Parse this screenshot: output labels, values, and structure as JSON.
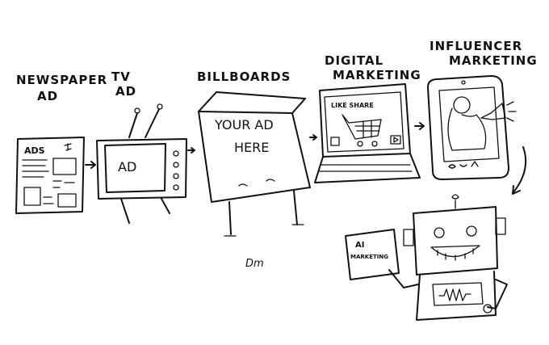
{
  "stages": [
    {
      "id": "newspaper",
      "label_lines": [
        "NEWSPAPER",
        "AD"
      ],
      "inner_text": "ADS"
    },
    {
      "id": "tv",
      "label_lines": [
        "TV",
        "AD"
      ],
      "inner_text": "AD"
    },
    {
      "id": "billboard",
      "label_lines": [
        "BILLBOARDS"
      ],
      "inner_text_lines": [
        "YOUR AD",
        "HERE"
      ]
    },
    {
      "id": "digital",
      "label_lines": [
        "DIGITAL",
        "MARKETING"
      ],
      "inner_text": "LIKE SHARE"
    },
    {
      "id": "influencer",
      "label_lines": [
        "INFLUENCER",
        "MARKETING"
      ]
    },
    {
      "id": "ai",
      "sign_lines": [
        "AI",
        "MARKETING"
      ]
    }
  ],
  "signature": "Dm"
}
